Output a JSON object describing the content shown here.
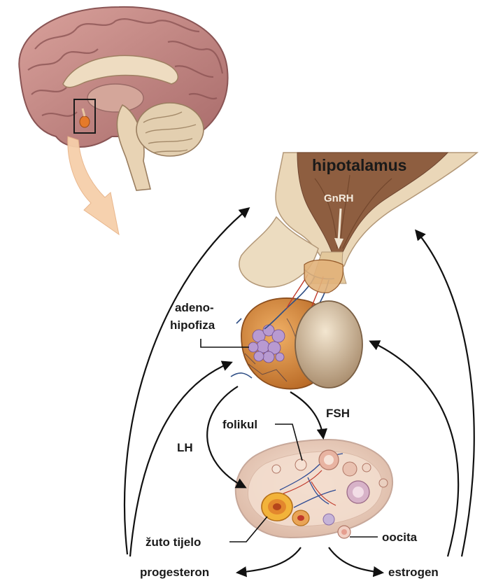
{
  "labels": {
    "hypothalamus": "hipotalamus",
    "gnrh": "GnRH",
    "adeno_line1": "adeno-",
    "adeno_line2": "hipofiza",
    "fsh": "FSH",
    "lh": "LH",
    "follicle": "folikul",
    "corpus_luteum": "žuto tijelo",
    "oocyte": "oocita",
    "progesterone": "progesteron",
    "estrogen": "estrogen"
  },
  "colors": {
    "brain": "#c98e8a",
    "brain_dark": "#a8696a",
    "hypothalamus_tissue": "#8b5a3c",
    "cream": "#f0e3c8",
    "pituitary_orange": "#d98a3a",
    "ovary": "#f2d9c8",
    "big_arrow": "#f5c8a0"
  }
}
